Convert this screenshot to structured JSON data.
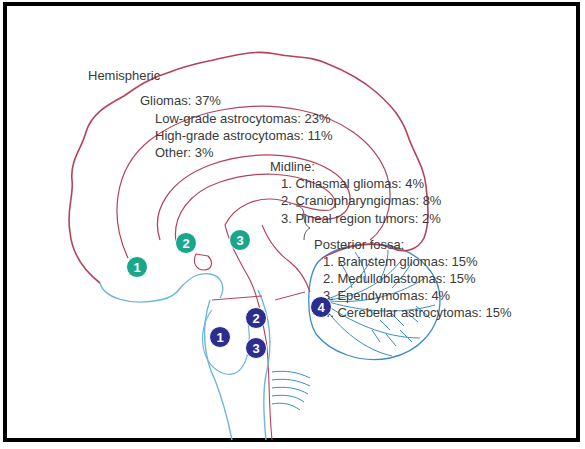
{
  "diagram": {
    "nodes": [
      {
        "text": [
          "1"
        ]
      },
      {
        "text": [
          "2"
        ]
      },
      {
        "text": [
          "3"
        ]
      },
      {
        "text": [
          "1"
        ]
      },
      {
        "text": [
          "2"
        ]
      },
      {
        "text": [
          "3"
        ]
      },
      {
        "text": [
          "4"
        ]
      }
    ],
    "labels": [
      "Hemispheric",
      "Gliomas: 37%",
      "Low-grade astrocytomas: 23%",
      "High-grade astrocytomas: 11%",
      "Other: 3%",
      "Midline:",
      "1. Chiasmal gliomas: 4%",
      "2. Craniopharyngiomas: 8%",
      "3. Pineal region tumors: 2%",
      "Posterior fossa:",
      "1. Brainstem gliomas: 15%",
      "2. Medulloblastomas: 15%",
      "3. Ependymomas: 4%",
      "4. Cerebellar astrocytomas: 15%"
    ]
  }
}
